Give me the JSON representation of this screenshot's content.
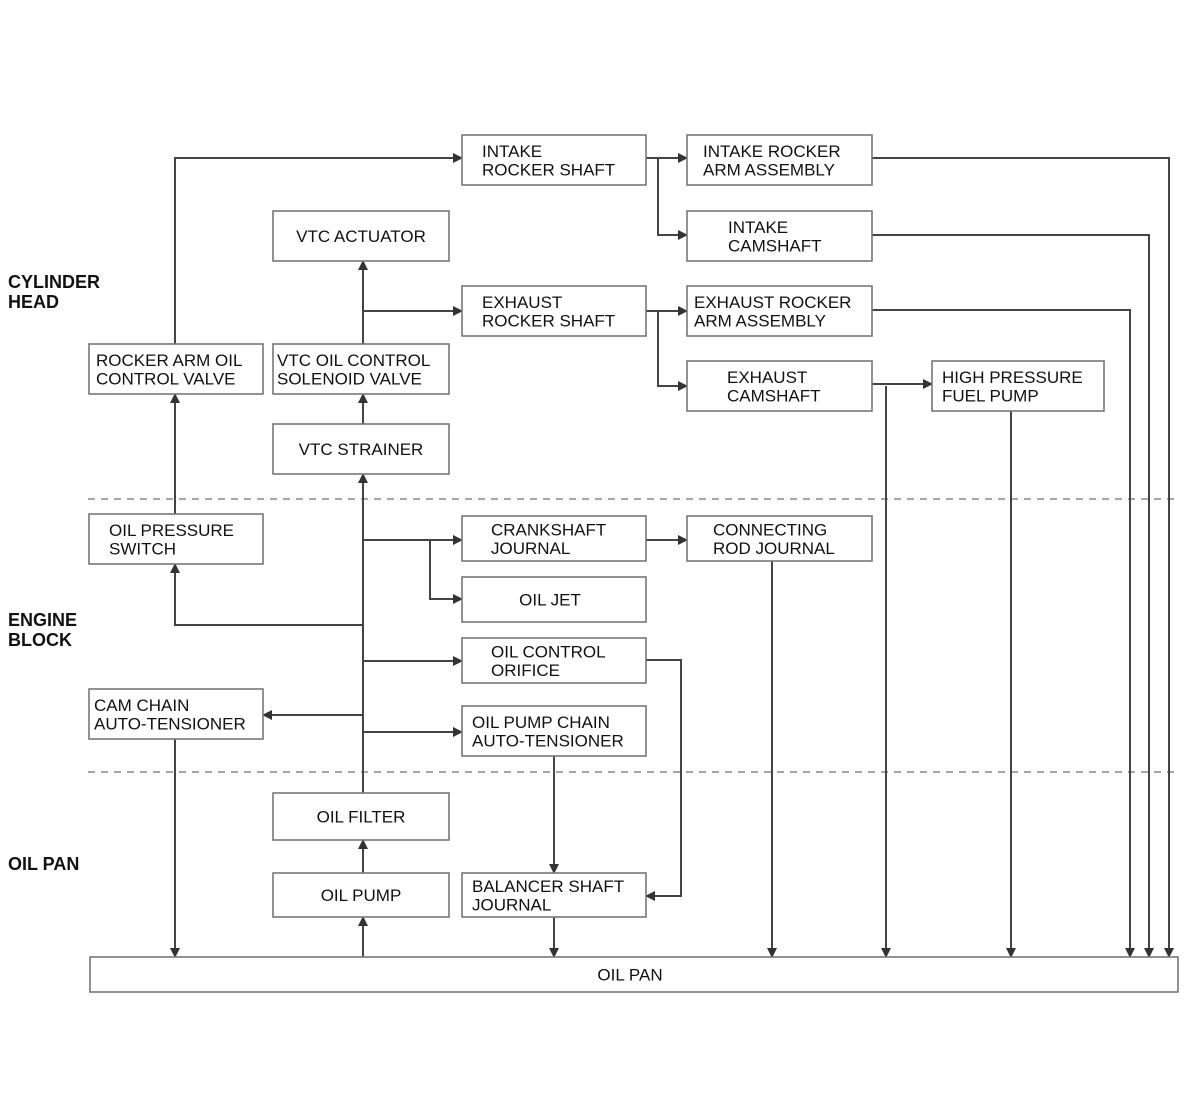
{
  "sections": [
    {
      "id": "cylinder-head",
      "lines": [
        "CYLINDER",
        "HEAD"
      ]
    },
    {
      "id": "engine-block",
      "lines": [
        "ENGINE",
        "BLOCK"
      ]
    },
    {
      "id": "oil-pan-section",
      "lines": [
        "OIL PAN"
      ]
    }
  ],
  "nodes": [
    {
      "id": "intake-rocker-shaft",
      "lines": [
        "INTAKE",
        "ROCKER SHAFT"
      ]
    },
    {
      "id": "intake-rocker-arm-assembly",
      "lines": [
        "INTAKE ROCKER",
        "ARM ASSEMBLY"
      ]
    },
    {
      "id": "vtc-actuator",
      "lines": [
        "VTC ACTUATOR"
      ]
    },
    {
      "id": "intake-camshaft",
      "lines": [
        "INTAKE",
        "CAMSHAFT"
      ]
    },
    {
      "id": "exhaust-rocker-shaft",
      "lines": [
        "EXHAUST",
        "ROCKER SHAFT"
      ]
    },
    {
      "id": "exhaust-rocker-arm-assembly",
      "lines": [
        "EXHAUST ROCKER",
        "ARM ASSEMBLY"
      ]
    },
    {
      "id": "rocker-arm-oil-control-valve",
      "lines": [
        "ROCKER ARM OIL",
        "CONTROL VALVE"
      ]
    },
    {
      "id": "vtc-oil-control-solenoid-valve",
      "lines": [
        "VTC OIL CONTROL",
        "SOLENOID VALVE"
      ]
    },
    {
      "id": "exhaust-camshaft",
      "lines": [
        "EXHAUST",
        "CAMSHAFT"
      ]
    },
    {
      "id": "high-pressure-fuel-pump",
      "lines": [
        "HIGH PRESSURE",
        "FUEL PUMP"
      ]
    },
    {
      "id": "vtc-strainer",
      "lines": [
        "VTC STRAINER"
      ]
    },
    {
      "id": "oil-pressure-switch",
      "lines": [
        "OIL PRESSURE",
        "SWITCH"
      ]
    },
    {
      "id": "crankshaft-journal",
      "lines": [
        "CRANKSHAFT",
        "JOURNAL"
      ]
    },
    {
      "id": "connecting-rod-journal",
      "lines": [
        "CONNECTING",
        "ROD JOURNAL"
      ]
    },
    {
      "id": "oil-jet",
      "lines": [
        "OIL JET"
      ]
    },
    {
      "id": "oil-control-orifice",
      "lines": [
        "OIL CONTROL",
        "ORIFICE"
      ]
    },
    {
      "id": "cam-chain-auto-tensioner",
      "lines": [
        "CAM CHAIN",
        "AUTO-TENSIONER"
      ]
    },
    {
      "id": "oil-pump-chain-auto-tensioner",
      "lines": [
        "OIL PUMP CHAIN",
        "AUTO-TENSIONER"
      ]
    },
    {
      "id": "oil-filter",
      "lines": [
        "OIL FILTER"
      ]
    },
    {
      "id": "oil-pump",
      "lines": [
        "OIL PUMP"
      ]
    },
    {
      "id": "balancer-shaft-journal",
      "lines": [
        "BALANCER SHAFT",
        "JOURNAL"
      ]
    },
    {
      "id": "oil-pan",
      "lines": [
        "OIL PAN"
      ]
    }
  ],
  "flows": [
    {
      "from": "oil-pan",
      "to": "oil-pump"
    },
    {
      "from": "oil-pump",
      "to": "oil-filter"
    },
    {
      "from": "oil-filter",
      "to": "vtc-strainer"
    },
    {
      "from": "vtc-strainer",
      "to": "vtc-oil-control-solenoid-valve"
    },
    {
      "from": "vtc-oil-control-solenoid-valve",
      "to": "vtc-actuator"
    },
    {
      "from": "oil-filter",
      "to": "exhaust-rocker-shaft"
    },
    {
      "from": "oil-filter",
      "to": "oil-pressure-switch"
    },
    {
      "from": "oil-pressure-switch",
      "to": "rocker-arm-oil-control-valve"
    },
    {
      "from": "rocker-arm-oil-control-valve",
      "to": "intake-rocker-shaft"
    },
    {
      "from": "intake-rocker-shaft",
      "to": "intake-rocker-arm-assembly"
    },
    {
      "from": "intake-rocker-shaft",
      "to": "intake-camshaft"
    },
    {
      "from": "exhaust-rocker-shaft",
      "to": "exhaust-rocker-arm-assembly"
    },
    {
      "from": "exhaust-rocker-shaft",
      "to": "exhaust-camshaft"
    },
    {
      "from": "exhaust-camshaft",
      "to": "high-pressure-fuel-pump"
    },
    {
      "from": "oil-filter",
      "to": "crankshaft-journal"
    },
    {
      "from": "oil-filter",
      "to": "oil-jet"
    },
    {
      "from": "crankshaft-journal",
      "to": "connecting-rod-journal"
    },
    {
      "from": "oil-filter",
      "to": "oil-control-orifice"
    },
    {
      "from": "oil-filter",
      "to": "cam-chain-auto-tensioner"
    },
    {
      "from": "oil-filter",
      "to": "oil-pump-chain-auto-tensioner"
    },
    {
      "from": "oil-pump-chain-auto-tensioner",
      "to": "balancer-shaft-journal"
    },
    {
      "from": "oil-control-orifice",
      "to": "balancer-shaft-journal"
    },
    {
      "from": "balancer-shaft-journal",
      "to": "oil-pan"
    },
    {
      "from": "cam-chain-auto-tensioner",
      "to": "oil-pan"
    },
    {
      "from": "connecting-rod-journal",
      "to": "oil-pan"
    },
    {
      "from": "exhaust-camshaft",
      "to": "oil-pan"
    },
    {
      "from": "high-pressure-fuel-pump",
      "to": "oil-pan"
    },
    {
      "from": "exhaust-rocker-arm-assembly",
      "to": "oil-pan"
    },
    {
      "from": "intake-camshaft",
      "to": "oil-pan"
    },
    {
      "from": "intake-rocker-arm-assembly",
      "to": "oil-pan"
    }
  ]
}
